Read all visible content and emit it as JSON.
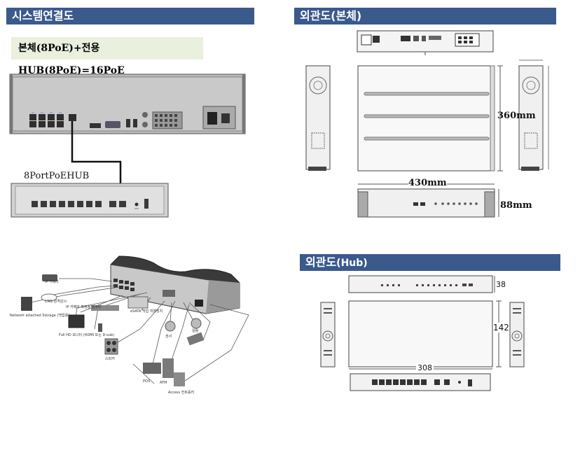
{
  "sections": {
    "system": {
      "title": "시스템연결도",
      "caption": "본체(8PoE)+전용HUB(8PoE)=16PoE",
      "hub_label": "8PortPoEHUB"
    },
    "body_outline": {
      "title": "외관도(본체)",
      "dim_depth": "360mm",
      "dim_width": "430mm",
      "dim_height": "88mm"
    },
    "hub_outline": {
      "title_main": "외관도",
      "title_sub": "(Hub)",
      "dim_height": "38",
      "dim_depth": "142",
      "dim_width": "308"
    },
    "connection_diagram": {
      "device_labels": [
        "IP 카메라",
        "CMS 원격감시",
        "Network attached Storage (백업용)",
        "IP 카메라 확장용 컴퓨터",
        "eSATA 백업 저장장치",
        "Full HD 모니터 (HDMI 또는 D-sub)",
        "스피커",
        "센서",
        "알람",
        "POS",
        "ATM",
        "Access 컨트롤러"
      ]
    }
  },
  "colors": {
    "header_bg": "#3a5a8c",
    "caption_bg": "#e9f0dd"
  }
}
